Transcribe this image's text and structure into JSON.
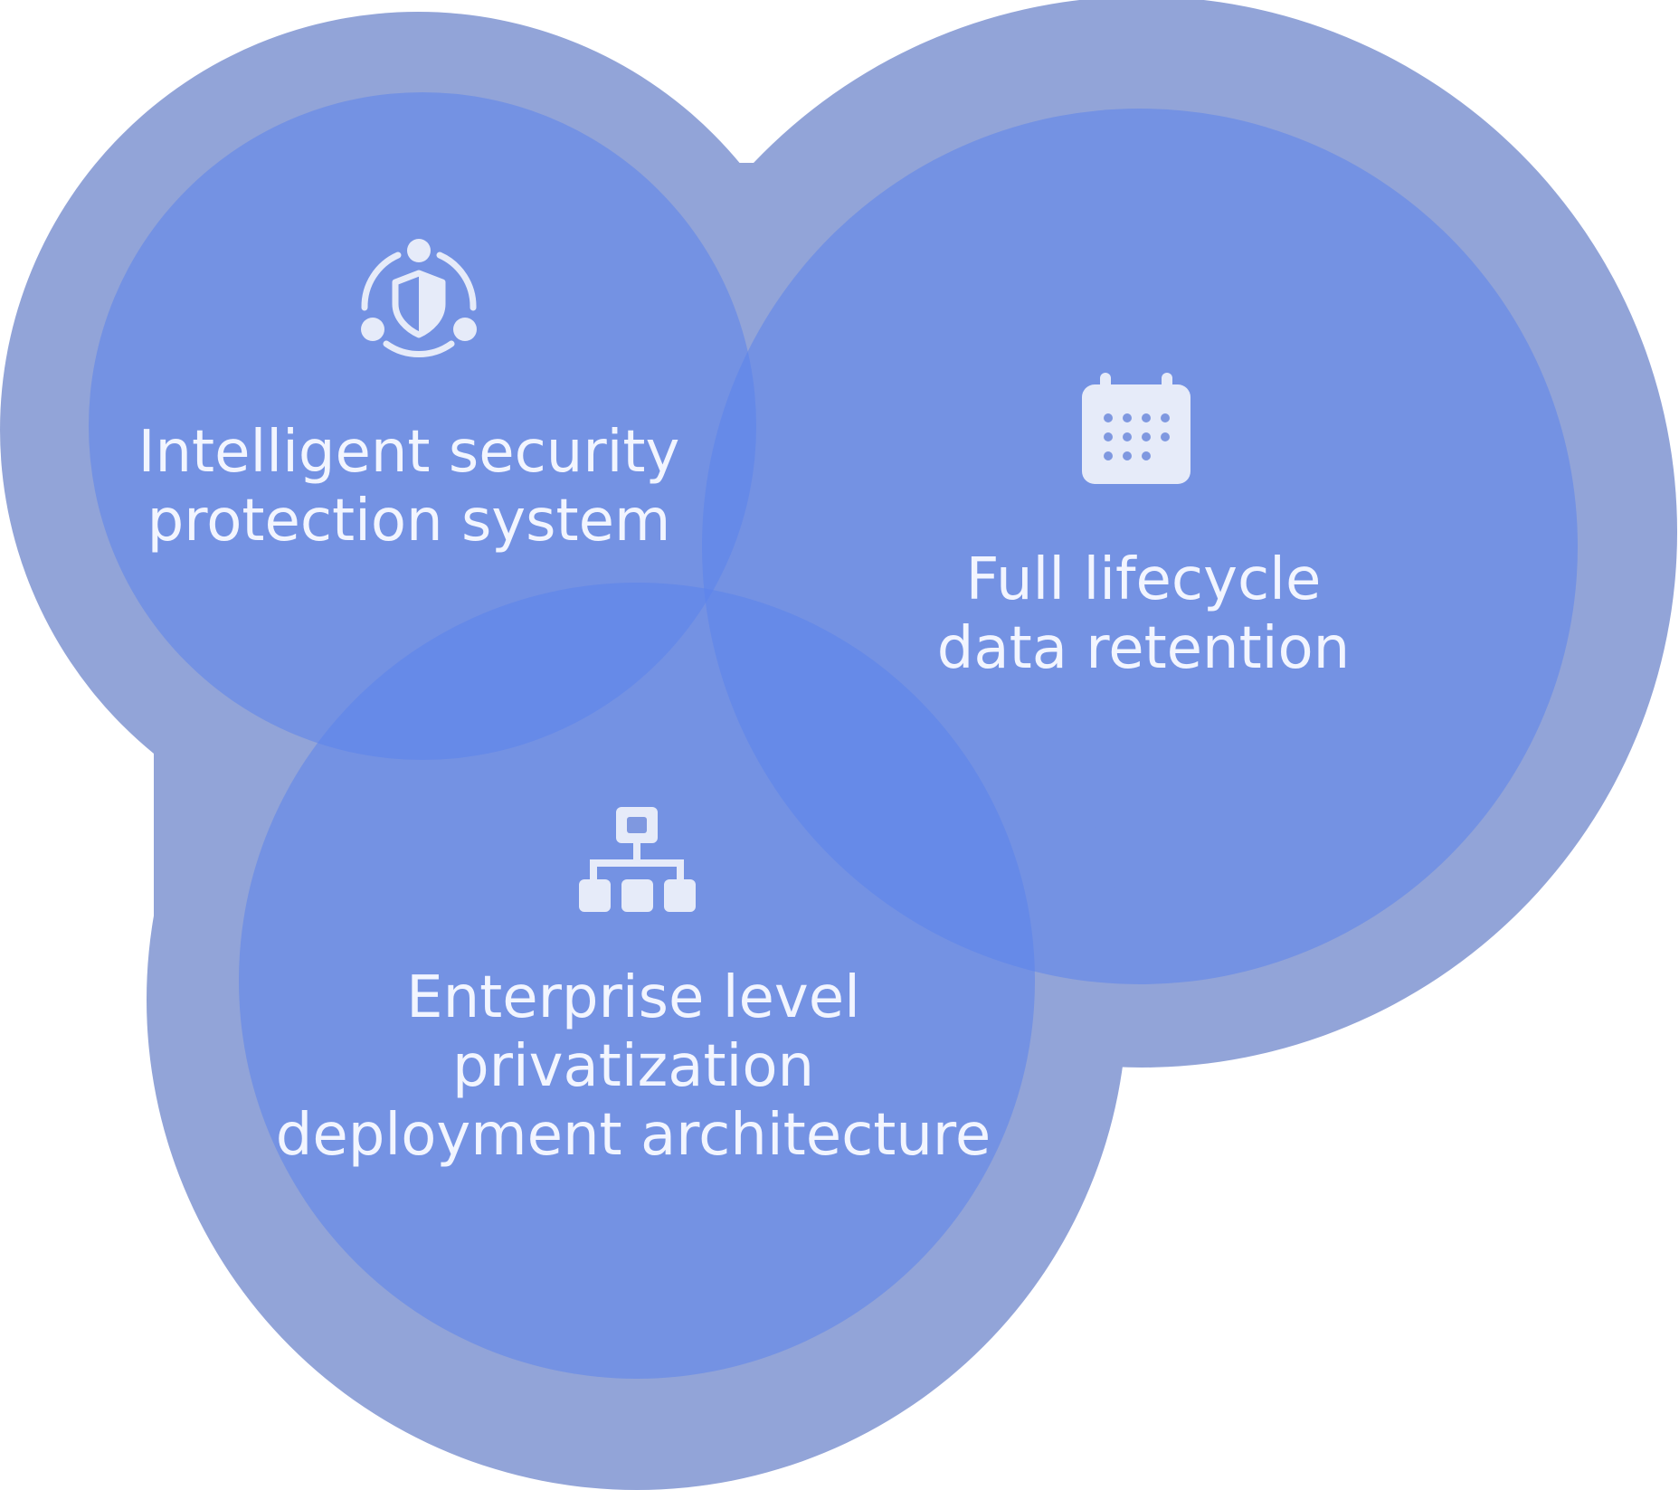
{
  "colors": {
    "outer_blob": "#92a4d8",
    "outer_blob_edge": "#a7b6e3",
    "circle_fill": "#5b83ec",
    "overlap_tint": "#5f86ee",
    "icon_fill": "#e6ebf9",
    "text": "#f2f5ff"
  },
  "nodes": [
    {
      "id": "security",
      "icon": "shield-people-icon",
      "lines": [
        "Intelligent security",
        "protection system"
      ]
    },
    {
      "id": "lifecycle",
      "icon": "calendar-icon",
      "lines": [
        "Full lifecycle",
        "data retention"
      ]
    },
    {
      "id": "deployment",
      "icon": "sitemap-icon",
      "lines": [
        "Enterprise level",
        "privatization",
        "deployment architecture"
      ]
    }
  ]
}
